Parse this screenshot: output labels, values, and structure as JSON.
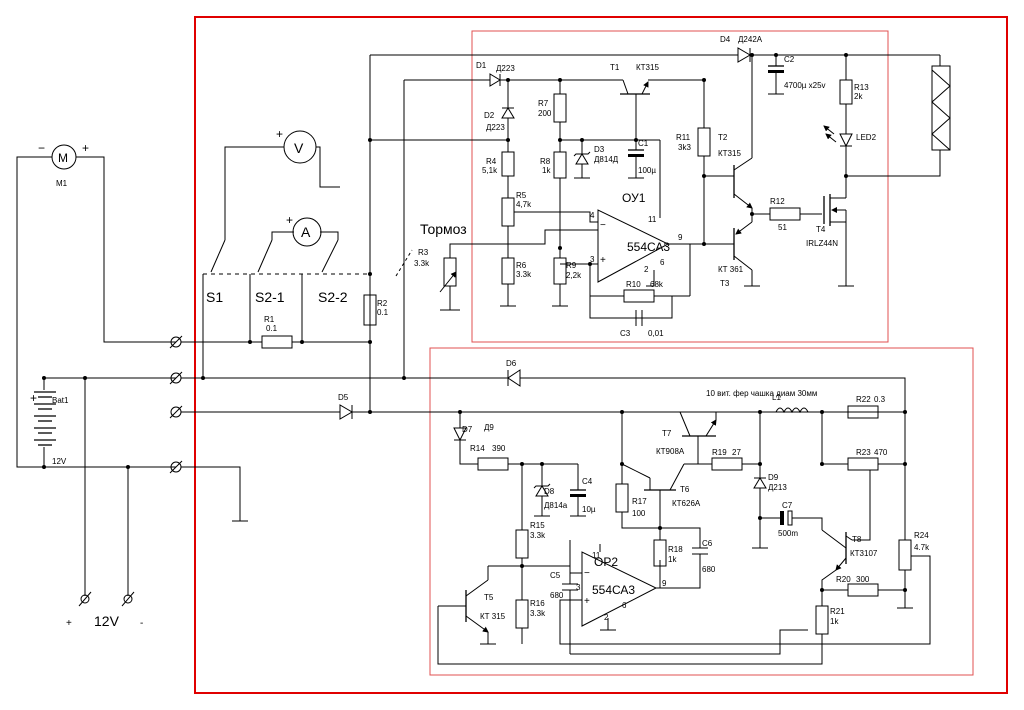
{
  "labels": {
    "m1": "M",
    "m1_ref": "M1",
    "minus": "−",
    "plus": "+",
    "volt": "V",
    "amp": "A",
    "s1": "S1",
    "s21": "S2-1",
    "s22": "S2-2",
    "tormoz": "Тормоз",
    "r1": "R1",
    "r1v": "0.1",
    "r2": "R2",
    "r2v": "0.1",
    "r3": "R3",
    "r3v": "3.3k",
    "bat": "Bat1",
    "bat12": "12V",
    "v12": "12V",
    "vplus": "+",
    "vminus": "-",
    "d1": "D1",
    "d1t": "Д223",
    "d2": "D2",
    "d2t": "Д223",
    "d3": "D3",
    "d3t": "Д814Д",
    "d4": "D4",
    "d4t": "Д242А",
    "c1": "C1",
    "c1v": "100µ",
    "c2": "C2",
    "c2v": "4700µ x25v",
    "c3": "C3",
    "c3v": "0,01",
    "t1": "T1",
    "t1t": "КТ315",
    "t2": "T2",
    "t2t": "КТ315",
    "t3": "T3",
    "t3t": "КТ 361",
    "t4": "T4",
    "t4t": "IRLZ44N",
    "r4": "R4",
    "r4v": "5,1k",
    "r5": "R5",
    "r5v": "4,7k",
    "r6": "R6",
    "r6v": "3.3k",
    "r7": "R7",
    "r7v": "200",
    "r8": "R8",
    "r8v": "1k",
    "r9": "R9",
    "r9v": "2,2k",
    "r10": "R10",
    "r10v": "68k",
    "r11": "R11",
    "r11v": "3k3",
    "r12": "R12",
    "r12v": "51",
    "r13": "R13",
    "r13v": "2k",
    "led2": "LED2",
    "ou1": "ОУ1",
    "ou1c": "554СА3",
    "pin4": "4",
    "pin11": "11",
    "pin9": "9",
    "pin3": "3",
    "pin2": "2",
    "pin6": "6",
    "d5": "D5",
    "d6": "D6",
    "d7": "D7",
    "d9a": "Д9",
    "r14": "R14",
    "r14v": "390",
    "d8": "D8",
    "d8t": "Д814а",
    "c4": "C4",
    "c4v": "10µ",
    "r15": "R15",
    "r15v": "3.3k",
    "r16": "R16",
    "r16v": "3.3k",
    "c5": "C5",
    "c5v": "680",
    "t5": "T5",
    "t5t": "КТ 315",
    "op2": "OP2",
    "op2c": "554СА3",
    "r17": "R17",
    "r17v": "100",
    "r18": "R18",
    "r18v": "1k",
    "c6": "C6",
    "c6v": "680",
    "t6": "T6",
    "t6t": "КТ626А",
    "t7": "T7",
    "t7t": "КТ908А",
    "r19": "R19",
    "r19v": "27",
    "d9": "D9",
    "d9t": "Д213",
    "l1": "L1",
    "l1note": "10 вит. фер чашка диам 30мм",
    "c7": "C7",
    "c7v": "500m",
    "r22": "R22",
    "r22v": "0.3",
    "r23": "R23",
    "r23v": "470",
    "t8": "T8",
    "t8t": "КТ3107",
    "r20": "R20",
    "r20v": "300",
    "r21": "R21",
    "r21v": "1k",
    "r24": "R24",
    "r24v": "4.7k"
  }
}
